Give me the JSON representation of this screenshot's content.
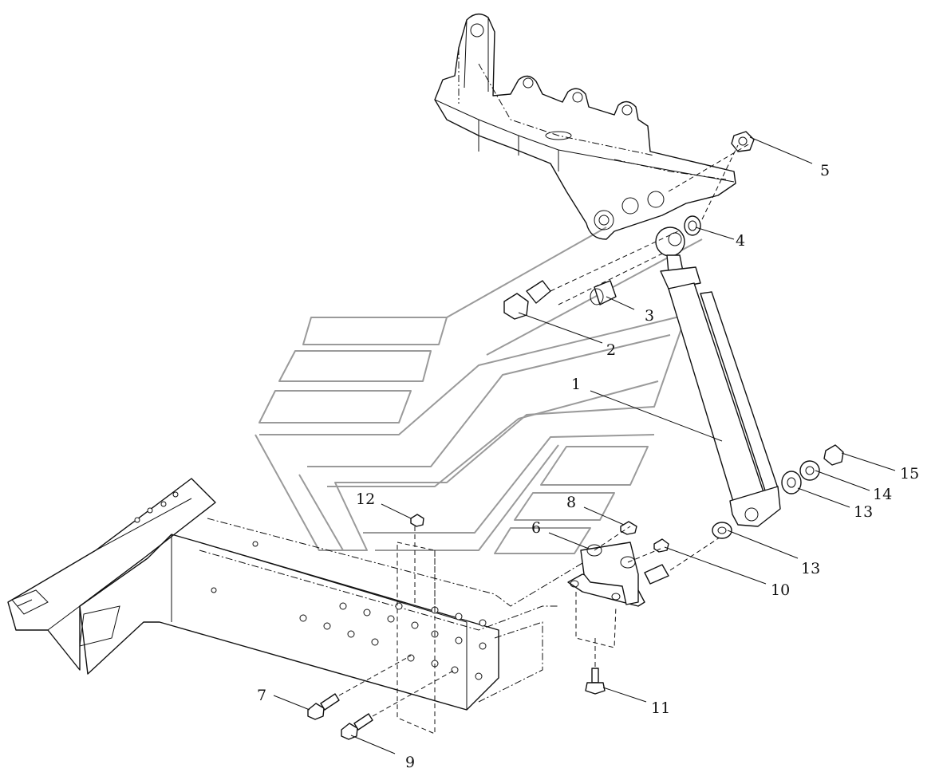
{
  "callouts": [
    {
      "id": "c1",
      "label": "1"
    },
    {
      "id": "c2",
      "label": "2"
    },
    {
      "id": "c3",
      "label": "3"
    },
    {
      "id": "c4",
      "label": "4"
    },
    {
      "id": "c5",
      "label": "5"
    },
    {
      "id": "c6",
      "label": "6"
    },
    {
      "id": "c7",
      "label": "7"
    },
    {
      "id": "c8",
      "label": "8"
    },
    {
      "id": "c9",
      "label": "9"
    },
    {
      "id": "c10",
      "label": "10"
    },
    {
      "id": "c11",
      "label": "11"
    },
    {
      "id": "c12",
      "label": "12"
    },
    {
      "id": "c13a",
      "label": "13"
    },
    {
      "id": "c13b",
      "label": "13"
    },
    {
      "id": "c14",
      "label": "14"
    },
    {
      "id": "c15",
      "label": "15"
    }
  ]
}
